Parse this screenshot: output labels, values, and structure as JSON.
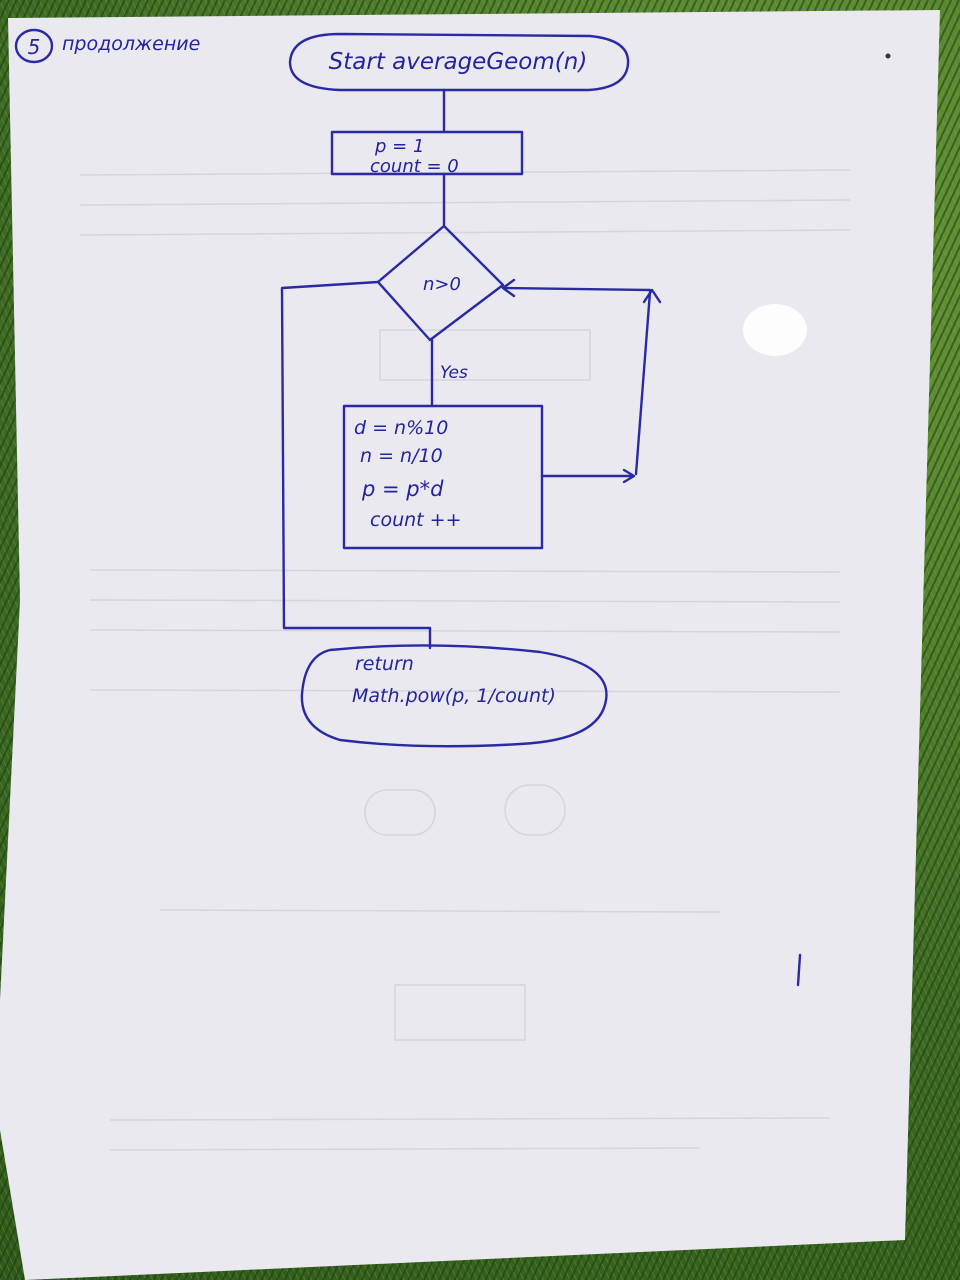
{
  "header": {
    "page_number": "5",
    "continuation_label": "продолжение"
  },
  "flowchart": {
    "start_label": "Start averageGeom(n)",
    "init_line_1": "p = 1",
    "init_line_2": "count = 0",
    "decision_label": "n>0",
    "yes_label": "Yes",
    "body_line_1": "d = n%10",
    "body_line_2": "n = n/10",
    "body_line_3": "p = p*d",
    "body_line_4": "count ++",
    "end_line_1": "return",
    "end_line_2": "Math.pow(p, 1/count)"
  },
  "background": {
    "grass_color": "#4a7a2c",
    "paper_color": "#e9e9ef",
    "ink_color": "#2a2aa6"
  }
}
